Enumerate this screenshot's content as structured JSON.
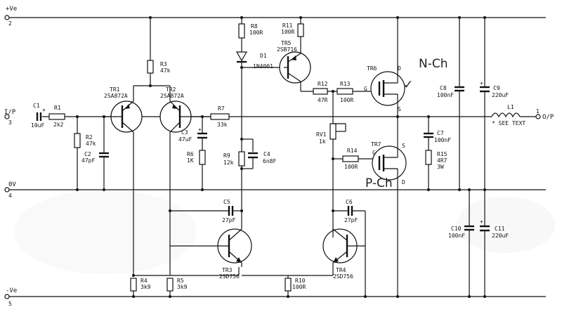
{
  "rails": {
    "pos_label": "+Ve",
    "pos_pin": "2",
    "input_label": "I/P",
    "input_pin": "3",
    "gnd_label": "0V",
    "gnd_pin": "4",
    "neg_label": "-Ve",
    "neg_pin": "5",
    "output_label": "O/P",
    "output_pin": "1"
  },
  "components": {
    "C1": {
      "ref": "C1",
      "value": "10uF"
    },
    "R1": {
      "ref": "R1",
      "value": "2k2"
    },
    "R2": {
      "ref": "R2",
      "value": "47k"
    },
    "C2": {
      "ref": "C2",
      "value": "47pF"
    },
    "TR1": {
      "ref": "TR1",
      "value": "2SA872A"
    },
    "TR2": {
      "ref": "TR2",
      "value": "2SA872A"
    },
    "R3": {
      "ref": "R3",
      "value": "47k"
    },
    "R4": {
      "ref": "R4",
      "value": "3k9"
    },
    "R5": {
      "ref": "R5",
      "value": "3k9"
    },
    "C3": {
      "ref": "C3",
      "value": "47uF"
    },
    "R6": {
      "ref": "R6",
      "value": "1K"
    },
    "R7": {
      "ref": "R7",
      "value": "33k"
    },
    "R8": {
      "ref": "R8",
      "value": "100R"
    },
    "D1": {
      "ref": "D1",
      "value": "1N4001"
    },
    "R9": {
      "ref": "R9",
      "value": "12k"
    },
    "C4": {
      "ref": "C4",
      "value": "6n8F"
    },
    "C5": {
      "ref": "C5",
      "value": "27pF"
    },
    "TR3": {
      "ref": "TR3",
      "value": "2SD756"
    },
    "R10": {
      "ref": "R10",
      "value": "100R"
    },
    "R11": {
      "ref": "R11",
      "value": "100R"
    },
    "TR5": {
      "ref": "TR5",
      "value": "2SB716"
    },
    "R12": {
      "ref": "R12",
      "value": "47R"
    },
    "R13": {
      "ref": "R13",
      "value": "100R"
    },
    "TR6": {
      "ref": "TR6",
      "gate": "G",
      "drain": "D",
      "source": "S"
    },
    "RV1": {
      "ref": "RV1",
      "value": "1k"
    },
    "R14": {
      "ref": "R14",
      "value": "100R"
    },
    "TR7": {
      "ref": "TR7",
      "gate": "G",
      "drain": "D",
      "source": "S"
    },
    "C6": {
      "ref": "C6",
      "value": "27pF"
    },
    "TR4": {
      "ref": "TR4",
      "value": "2SD756"
    },
    "C7": {
      "ref": "C7",
      "value": "100nF"
    },
    "R15": {
      "ref": "R15",
      "value": "4R7",
      "rating": "3W"
    },
    "C8": {
      "ref": "C8",
      "value": "100nF"
    },
    "C9": {
      "ref": "C9",
      "value": "220uF"
    },
    "L1": {
      "ref": "L1",
      "note": "* SEE TEXT"
    },
    "C10": {
      "ref": "C10",
      "value": "100nF"
    },
    "C11": {
      "ref": "C11",
      "value": "220uF"
    }
  },
  "annotations": {
    "nch": "N-Ch",
    "pch": "P-Ch",
    "tick": "✓"
  }
}
